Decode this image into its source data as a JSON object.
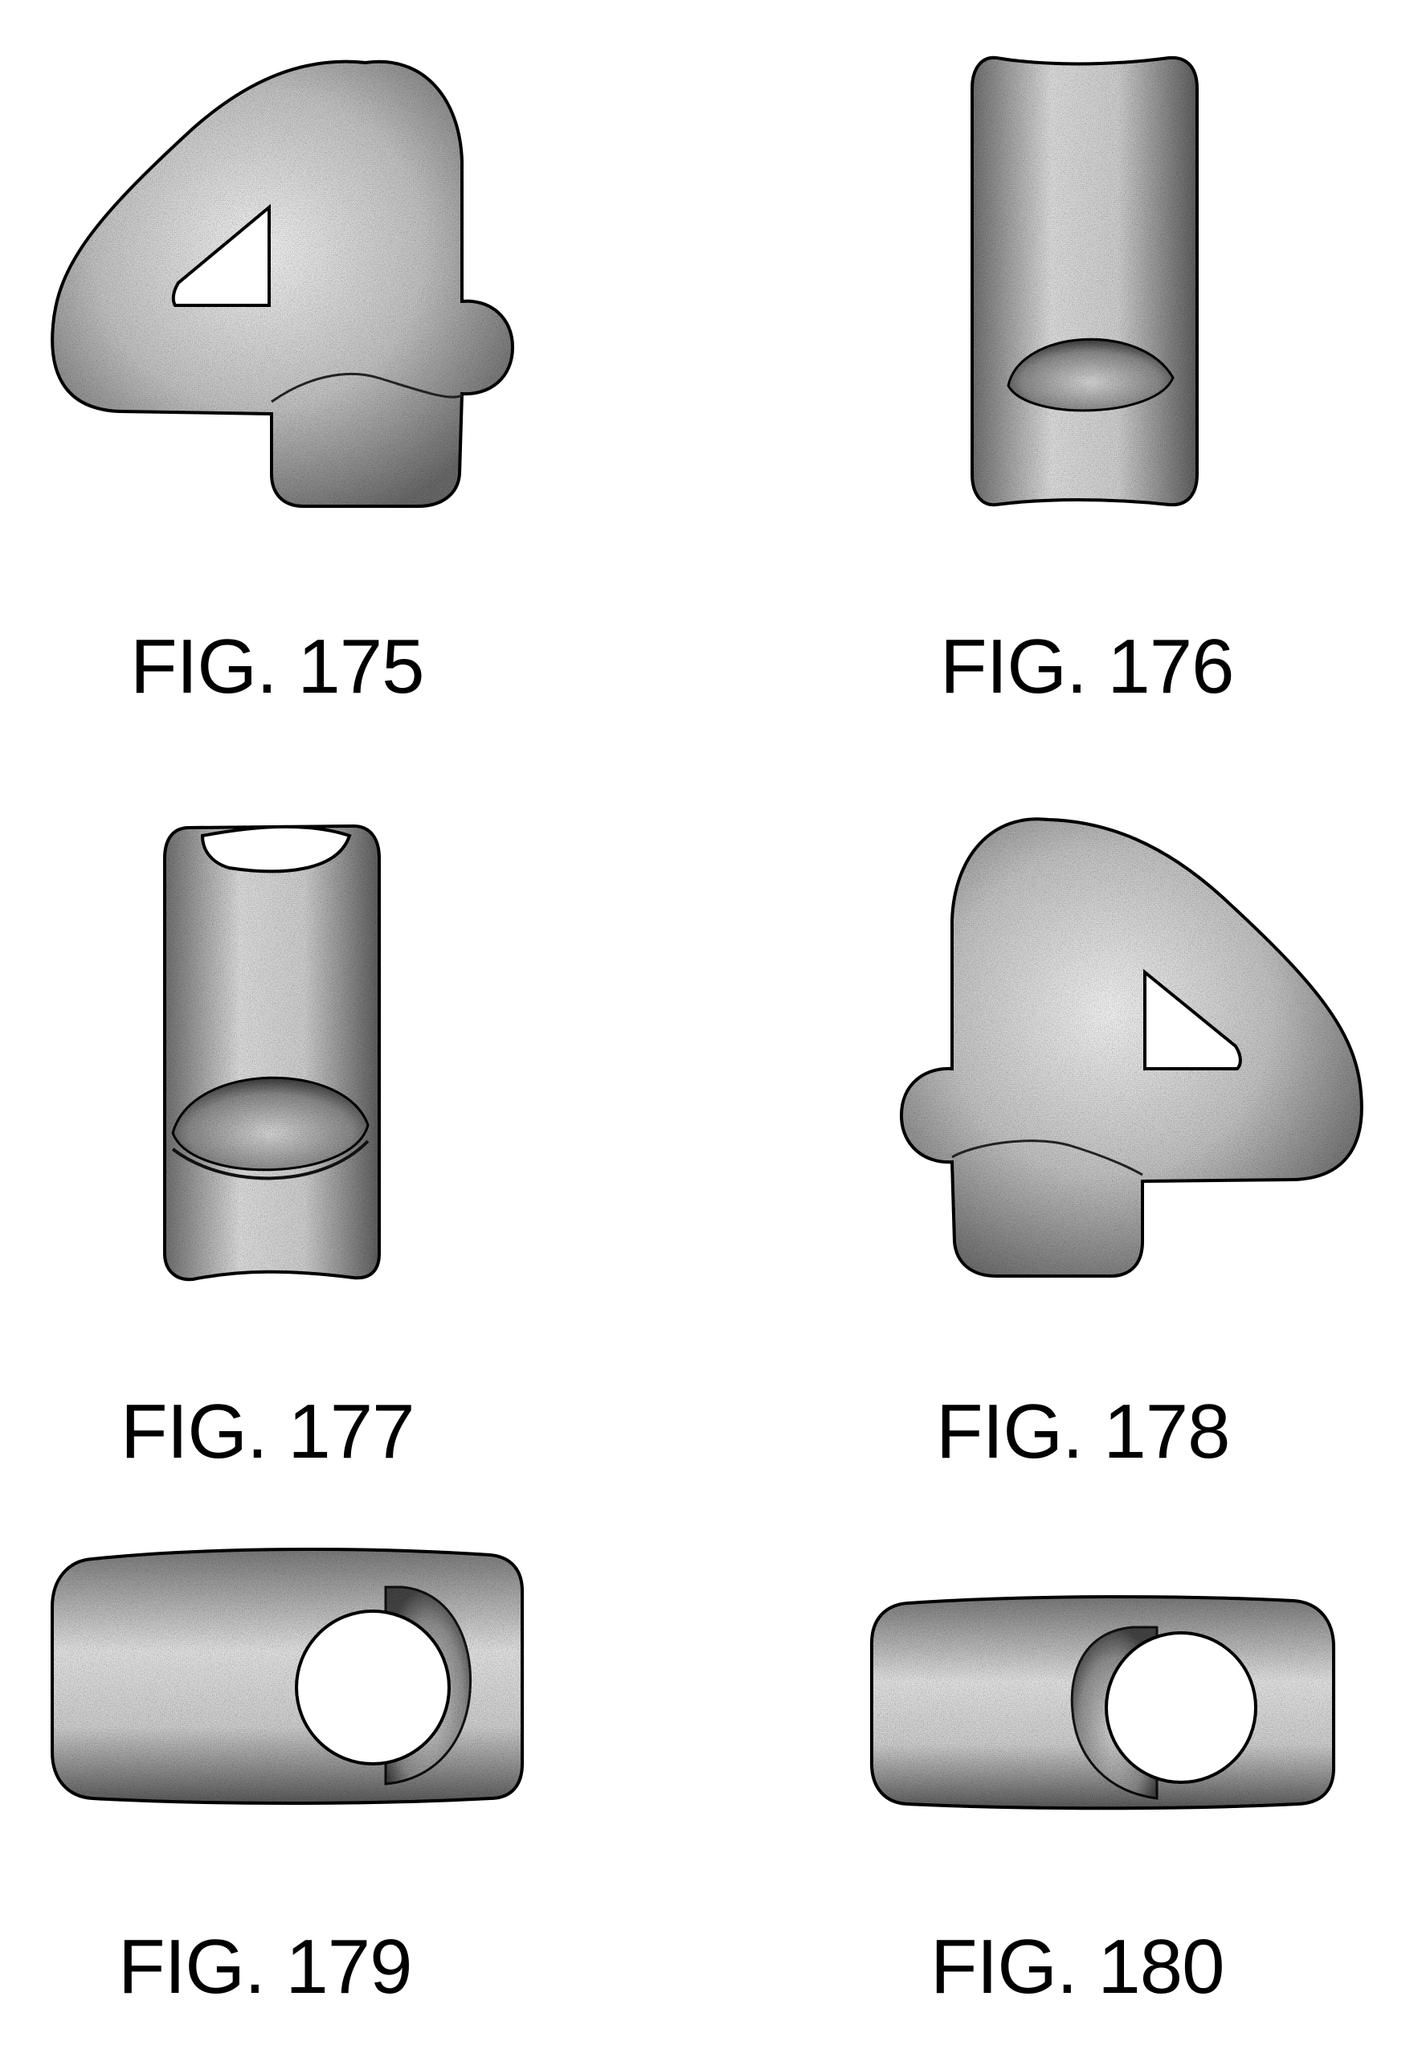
{
  "figures": [
    {
      "id": "175",
      "caption": "FIG. 175"
    },
    {
      "id": "176",
      "caption": "FIG. 176"
    },
    {
      "id": "177",
      "caption": "FIG. 177"
    },
    {
      "id": "178",
      "caption": "FIG. 178"
    },
    {
      "id": "179",
      "caption": "FIG. 179"
    },
    {
      "id": "180",
      "caption": "FIG. 180"
    }
  ],
  "colors": {
    "ink": "#000000",
    "paper": "#ffffff",
    "stipple_dark": "#1a1a1a",
    "stipple_light": "#9a9a9a"
  }
}
